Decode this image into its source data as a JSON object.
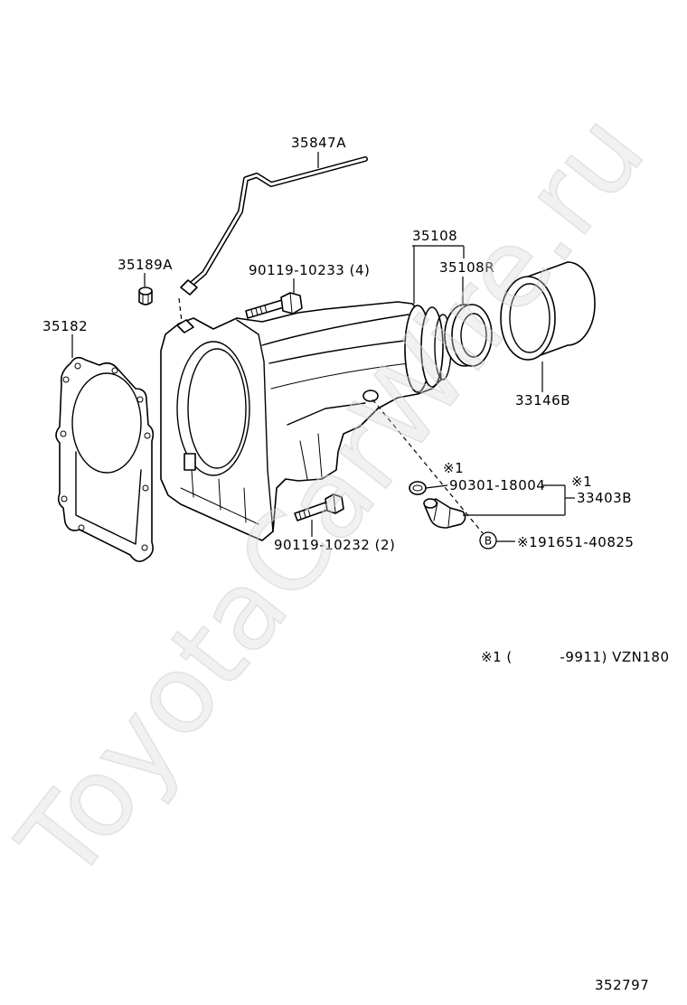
{
  "watermark": "ToyotaCarWire.ru",
  "diagram_number": "352797",
  "callouts": {
    "pipe": "35847A",
    "plug": "35189A",
    "bolt_upper": "90119-10233 (4)",
    "housing": "35108",
    "oil_seal": "35108R",
    "gasket": "35182",
    "sleeve": "33146B",
    "o_ring_note": "※1",
    "o_ring": "90301-18004",
    "assembly_note": "※1",
    "assembly": "33403B",
    "b_marker": "B",
    "b_part": "※191651-40825",
    "bolt_lower": "90119-10232 (2)"
  },
  "footnote": "※1 (          -9911) VZN180"
}
